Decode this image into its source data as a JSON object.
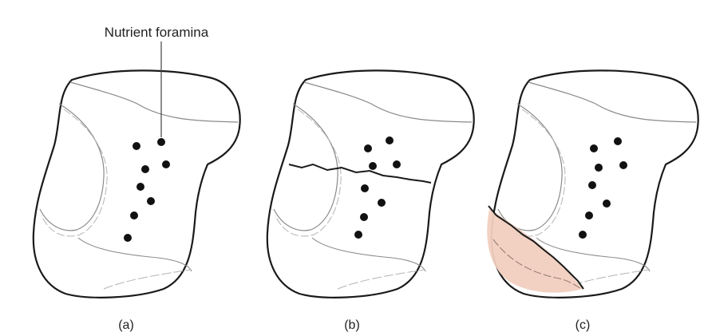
{
  "annotation": "Nutrient foramina",
  "panels": [
    {
      "id": "a",
      "label": "(a)"
    },
    {
      "id": "b",
      "label": "(b)"
    },
    {
      "id": "c",
      "label": "(c)"
    }
  ],
  "colors": {
    "outline": "#1a1a1a",
    "detail_line": "#8a8a8a",
    "foramen": "#111111",
    "fragment_fill": "#f1cfc0",
    "background": "#ffffff"
  }
}
